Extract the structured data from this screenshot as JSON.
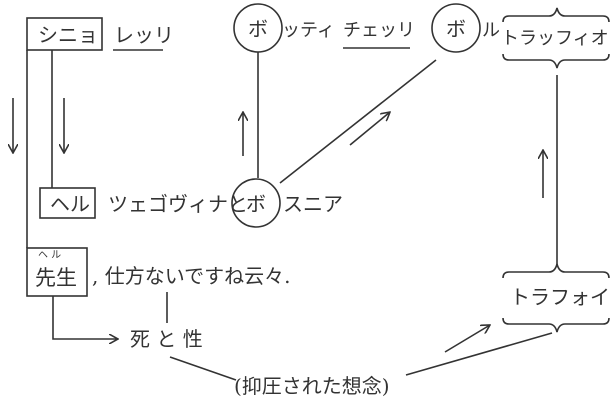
{
  "nodes": {
    "signorelli_box": "シニョ",
    "signorelli_rest": "レッリ",
    "herz_box": "ヘル",
    "herz_rest": "ツェゴヴィナと",
    "bo_circle": "ボ",
    "bosnia_rest": "スニア",
    "botticelli_circle": "ボ",
    "botticelli_rest_a": "ッティ",
    "botticelli_rest_b": "チェッリ",
    "boltraffio_circle": "ボ",
    "boltraffio_ru": "ル",
    "boltraffio_brace": "トラッフィオ",
    "sensei_box": "先生",
    "sensei_ruby": "ヘ ル",
    "sensei_rest": ", 仕方ないですね云々.",
    "death_sex": "死 と 性",
    "repressed": "(抑圧された想念)",
    "trafoi_brace": "トラフォイ"
  }
}
